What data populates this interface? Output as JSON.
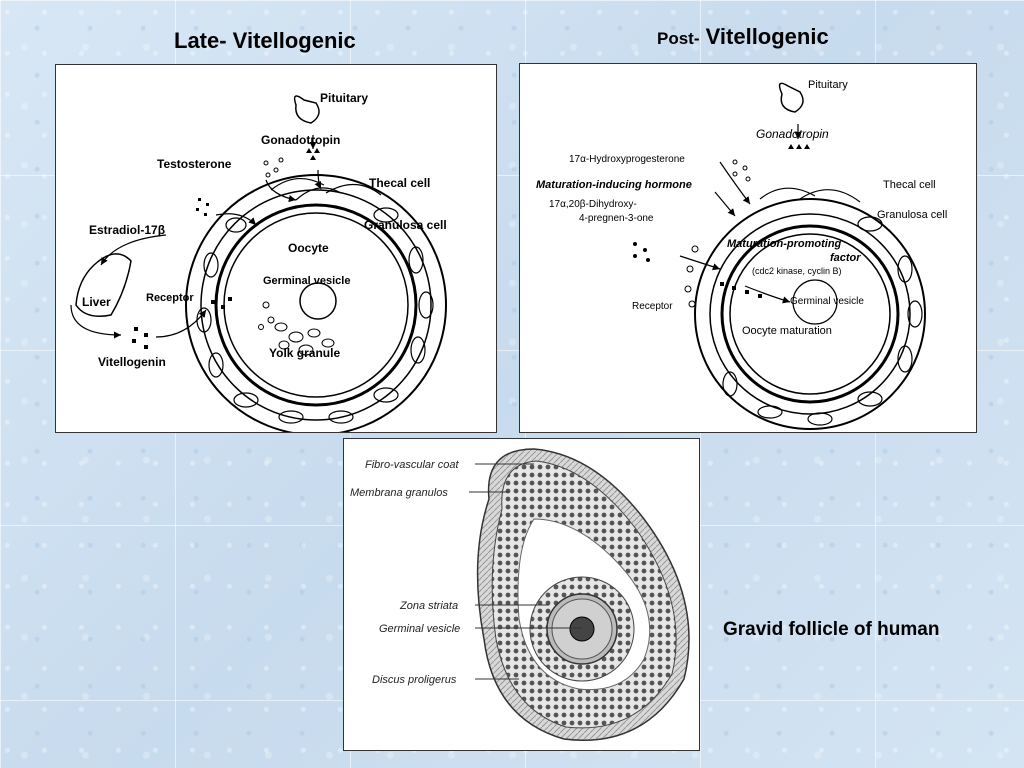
{
  "titles": {
    "left": "Late- Vitellogenic",
    "right_prefix": "Post-",
    "right_main": "Vitellogenic"
  },
  "left_diagram": {
    "pituitary": "Pituitary",
    "gonadotropin": "Gonadotropin",
    "testosterone": "Testosterone",
    "thecal_cell": "Thecal cell",
    "granulosa_cell": "Granulosa cell",
    "estradiol": "Estradiol-17β",
    "oocyte": "Oocyte",
    "germinal_vesicle": "Germinal vesicle",
    "liver": "Liver",
    "receptor": "Receptor",
    "yolk_granule": "Yolk granule",
    "vitellogenin": "Vitellogenin"
  },
  "right_diagram": {
    "pituitary": "Pituitary",
    "gonadotropin": "Gonadotropin",
    "hydroxyprogesterone": "17α-Hydroxyprogesterone",
    "mih": "Maturation-inducing hormone",
    "dihydroxy_1": "17α,20β-Dihydroxy-",
    "dihydroxy_2": "4-pregnen-3-one",
    "thecal_cell": "Thecal cell",
    "granulosa_cell": "Granulosa cell",
    "mpf_1": "Maturation-promoting",
    "mpf_2": "factor",
    "mpf_3": "(cdc2 kinase, cyclin B)",
    "germinal_vesicle": "Germinal vesicle",
    "receptor": "Receptor",
    "oocyte_maturation": "Oocyte maturation"
  },
  "bottom_diagram": {
    "fibro_vascular": "Fibro-vascular coat",
    "membrana": "Membrana granulos",
    "zona_striata": "Zona striata",
    "germinal_vesicle": "Germinal vesicle",
    "discus": "Discus proligerus"
  },
  "caption": "Gravid follicle of human"
}
